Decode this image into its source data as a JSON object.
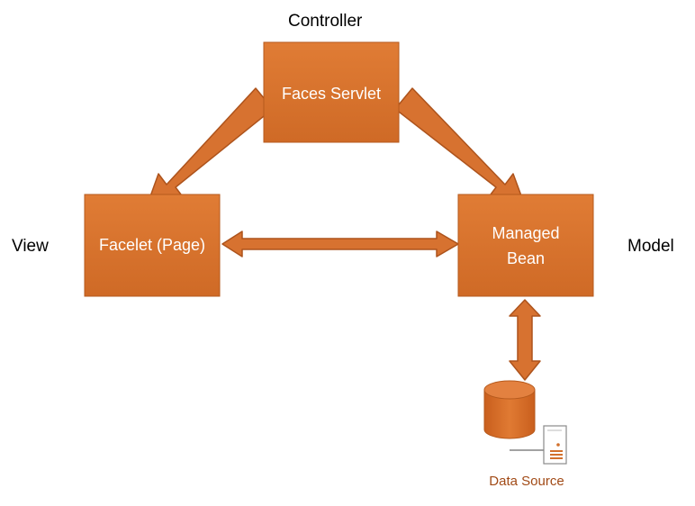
{
  "labels": {
    "controller": "Controller",
    "view": "View",
    "model": "Model"
  },
  "boxes": {
    "faces_servlet": "Faces Servlet",
    "facelet": "Facelet (Page)",
    "managed_bean_line1": "Managed",
    "managed_bean_line2": "Bean"
  },
  "data_source": {
    "label": "Data Source",
    "icon": "database-server-icon"
  },
  "colors": {
    "box_fill": "#d2702c",
    "box_stroke": "#b65a1d",
    "arrow_fill": "#d77230",
    "arrow_stroke": "#ad531c",
    "data_source_label": "#a14a16"
  }
}
